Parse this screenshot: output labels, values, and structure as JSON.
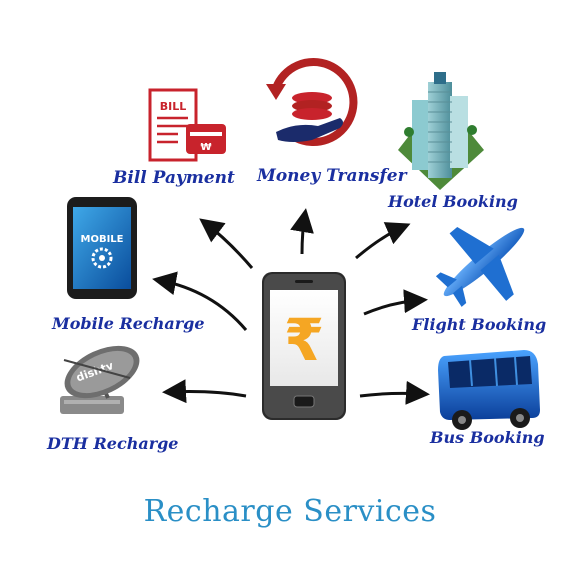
{
  "title": "Recharge Services",
  "center": {
    "symbol": "₹"
  },
  "services": {
    "bill_payment": {
      "label": "Bill Payment",
      "icon": "bill-icon",
      "icon_text": "BILL"
    },
    "money_transfer": {
      "label": "Money Transfer",
      "icon": "money-transfer-icon"
    },
    "hotel_booking": {
      "label": "Hotel Booking",
      "icon": "hotel-building-icon"
    },
    "mobile_recharge": {
      "label": "Mobile Recharge",
      "icon": "mobile-phone-icon",
      "icon_text": "MOBILE"
    },
    "flight_booking": {
      "label": "Flight Booking",
      "icon": "airplane-icon"
    },
    "dth_recharge": {
      "label": "DTH Recharge",
      "icon": "satellite-dish-icon",
      "icon_text": "dishtv"
    },
    "bus_booking": {
      "label": "Bus Booking",
      "icon": "bus-icon"
    }
  },
  "colors": {
    "label": "#1a2fa0",
    "title": "#2a8fc6",
    "rupee": "#f5a623",
    "bill_red": "#c8232c",
    "plane_blue": "#1f6fd1",
    "bus_blue": "#1a5fc8"
  }
}
